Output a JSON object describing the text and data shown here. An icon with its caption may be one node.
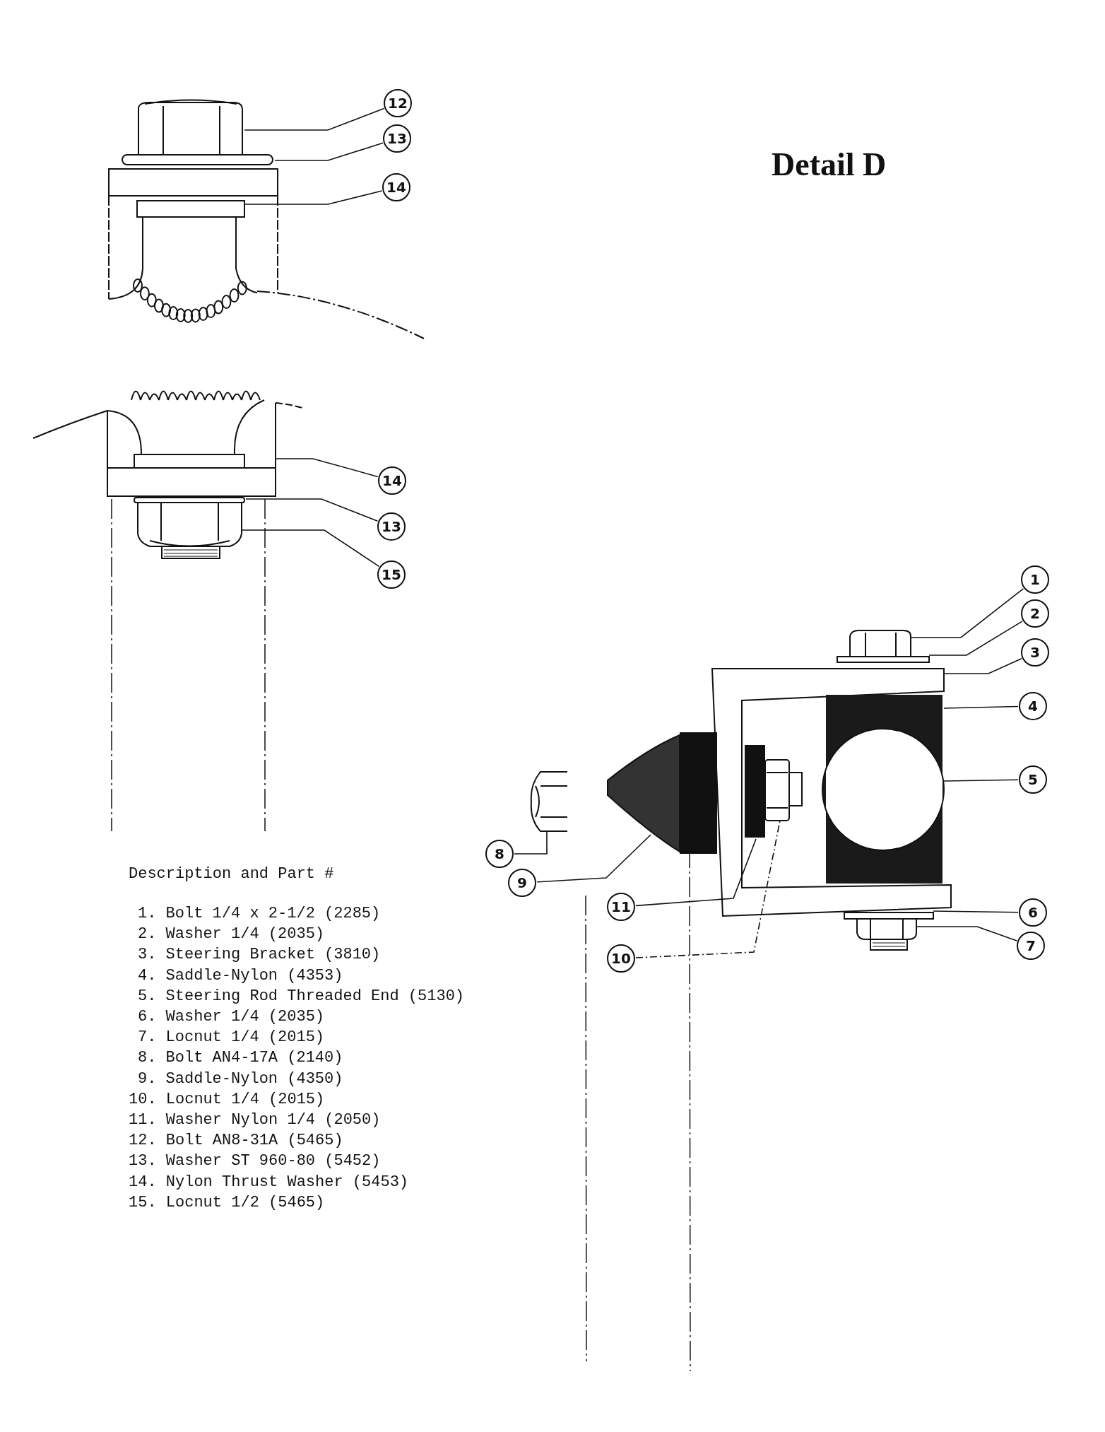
{
  "diagram": {
    "title": "Detail D",
    "nodes": [
      {
        "text": [
          "12"
        ]
      },
      {
        "text": [
          "13"
        ]
      },
      {
        "text": [
          "14"
        ]
      },
      {
        "text": [
          "14"
        ]
      },
      {
        "text": [
          "13"
        ]
      },
      {
        "text": [
          "15"
        ]
      },
      {
        "text": [
          "1"
        ]
      },
      {
        "text": [
          "2"
        ]
      },
      {
        "text": [
          "3"
        ]
      },
      {
        "text": [
          "4"
        ]
      },
      {
        "text": [
          "5"
        ]
      },
      {
        "text": [
          "8"
        ]
      },
      {
        "text": [
          "9"
        ]
      },
      {
        "text": [
          "11"
        ]
      },
      {
        "text": [
          "6"
        ]
      },
      {
        "text": [
          "7"
        ]
      },
      {
        "text": [
          "10"
        ]
      }
    ],
    "edges": [
      {
        "from": 0,
        "to": null,
        "arrow": "none"
      },
      {
        "from": 1,
        "to": null,
        "arrow": "none"
      },
      {
        "from": 2,
        "to": null,
        "arrow": "none"
      },
      {
        "from": 3,
        "to": null,
        "arrow": "none"
      },
      {
        "from": 4,
        "to": null,
        "arrow": "none"
      },
      {
        "from": 5,
        "to": null,
        "arrow": "none"
      },
      {
        "from": 6,
        "to": null,
        "arrow": "none"
      },
      {
        "from": 7,
        "to": null,
        "arrow": "none"
      },
      {
        "from": 8,
        "to": null,
        "arrow": "none"
      },
      {
        "from": 9,
        "to": null,
        "arrow": "none"
      },
      {
        "from": 10,
        "to": null,
        "arrow": "none"
      },
      {
        "from": 11,
        "to": null,
        "arrow": "none"
      },
      {
        "from": 12,
        "to": null,
        "arrow": "none"
      },
      {
        "from": 13,
        "to": null,
        "arrow": "none"
      },
      {
        "from": 14,
        "to": null,
        "arrow": "none"
      },
      {
        "from": 15,
        "to": null,
        "arrow": "none"
      },
      {
        "from": 16,
        "to": null,
        "arrow": "none",
        "style": "dashed"
      }
    ],
    "labels": [
      "Description and Part #",
      "1. Bolt 1/4 x 2-1/2 (2285)",
      "2. Washer 1/4 (2035)",
      "3. Steering Bracket (3810)",
      "4. Saddle-Nylon (4353)",
      "5. Steering Rod Threaded End (5130)",
      "6. Washer 1/4 (2035)",
      "7. Locnut 1/4 (2015)",
      "8. Bolt AN4-17A (2140)",
      "9. Saddle-Nylon (4350)",
      "10. Locnut 1/4 (2015)",
      "11. Washer Nylon 1/4 (2050)",
      "12. Bolt AN8-31A (5465)",
      "13. Washer ST 960-80 (5452)",
      "14. Nylon Thrust Washer (5453)",
      "15. Locnut 1/2 (5465)"
    ]
  }
}
